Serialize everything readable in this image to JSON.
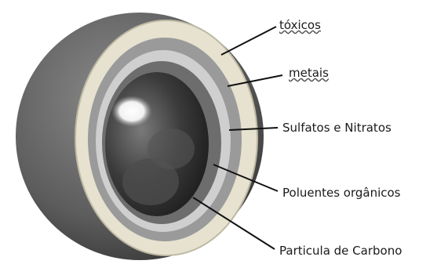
{
  "diagram": {
    "layers": [
      {
        "label": "tóxicos",
        "spellcheck_underline": true
      },
      {
        "label": "metais",
        "spellcheck_underline": true
      },
      {
        "label": "Sulfatos e Nitratos",
        "spellcheck_underline": false
      },
      {
        "label": "Poluentes orgânicos",
        "spellcheck_underline": false
      },
      {
        "label": "Particula de Carbono",
        "spellcheck_underline": false
      }
    ],
    "colors": {
      "outer_shell": "#5c5c5c",
      "cream_layer": "#e6e2cf",
      "mid_ring": "#9a9a9a",
      "light_ring": "#cfcfcf",
      "core_dark": "#2e2e2e",
      "highlight": "#ffffff",
      "leader_line": "#111111"
    }
  }
}
